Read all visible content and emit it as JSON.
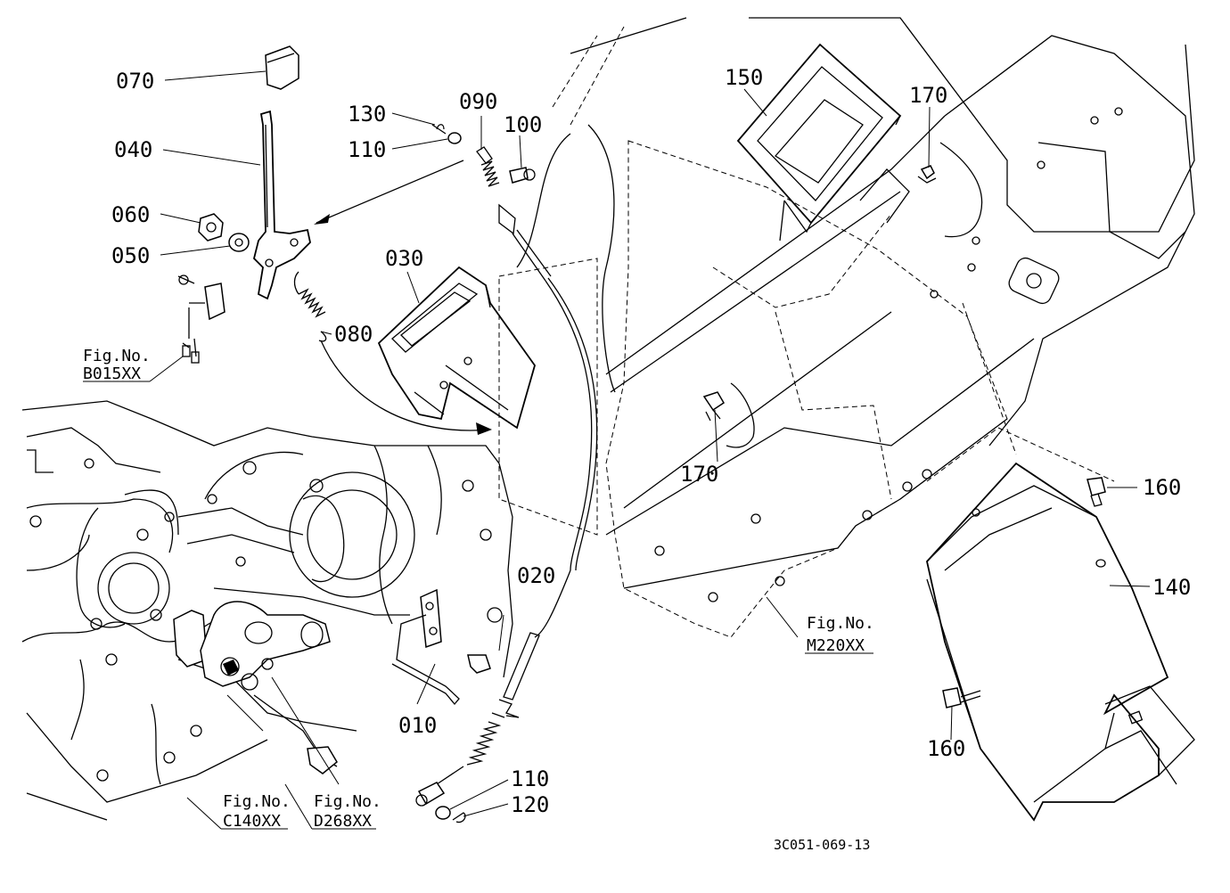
{
  "callouts": {
    "c070": "070",
    "c040": "040",
    "c060": "060",
    "c050": "050",
    "c130": "130",
    "c110a": "110",
    "c090": "090",
    "c100": "100",
    "c030": "030",
    "c080": "080",
    "c150": "150",
    "c170a": "170",
    "c170b": "170",
    "c160a": "160",
    "c160b": "160",
    "c140": "140",
    "c020": "020",
    "c010": "010",
    "c110b": "110",
    "c120": "120"
  },
  "figure_refs": {
    "b015": {
      "label": "Fig.No.",
      "code": "B015XX"
    },
    "m220": {
      "label": "Fig.No.",
      "code": "M220XX"
    },
    "c140": {
      "label": "Fig.No.",
      "code": "C140XX"
    },
    "d268": {
      "label": "Fig.No.",
      "code": "D268XX"
    }
  },
  "drawing_code": "3C051-069-13"
}
